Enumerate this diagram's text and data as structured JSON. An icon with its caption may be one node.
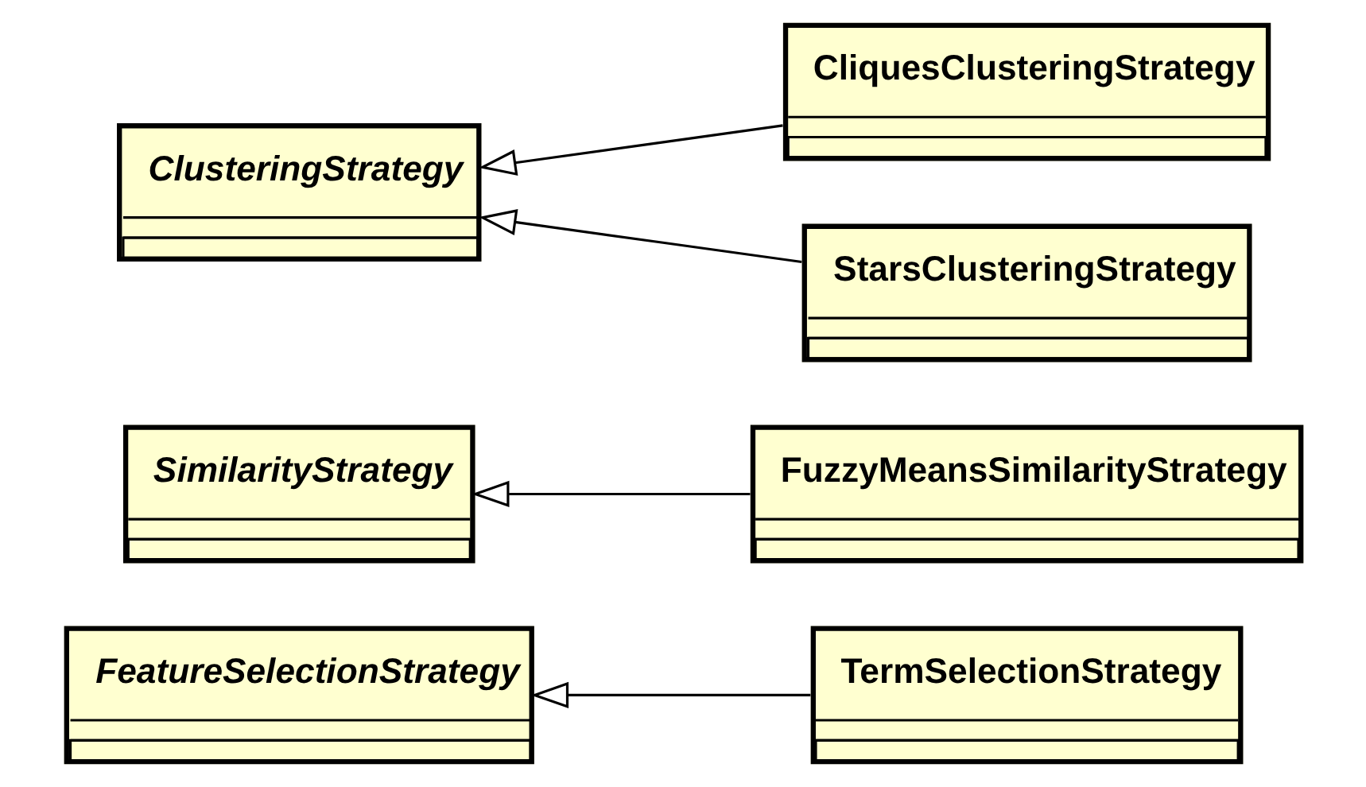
{
  "diagram": {
    "nodes": [
      {
        "text": [
          "FeatureSelectionStrategy"
        ]
      },
      {
        "text": [
          "TermSelectionStrategy"
        ]
      },
      {
        "text": [
          "SimilarityStrategy"
        ]
      },
      {
        "text": [
          "FuzzyMeansSimilarityStrategy"
        ]
      },
      {
        "text": [
          "ClusteringStrategy"
        ]
      },
      {
        "text": [
          "CliquesClusteringStrategy"
        ]
      },
      {
        "text": [
          "StarsClusteringStrategy"
        ]
      }
    ],
    "edges": [
      {
        "from": 1,
        "to": 0,
        "arrow": "to"
      },
      {
        "from": 3,
        "to": 2,
        "arrow": "to"
      },
      {
        "from": 5,
        "to": 4,
        "arrow": "to"
      },
      {
        "from": 6,
        "to": 4,
        "arrow": "to"
      }
    ]
  }
}
